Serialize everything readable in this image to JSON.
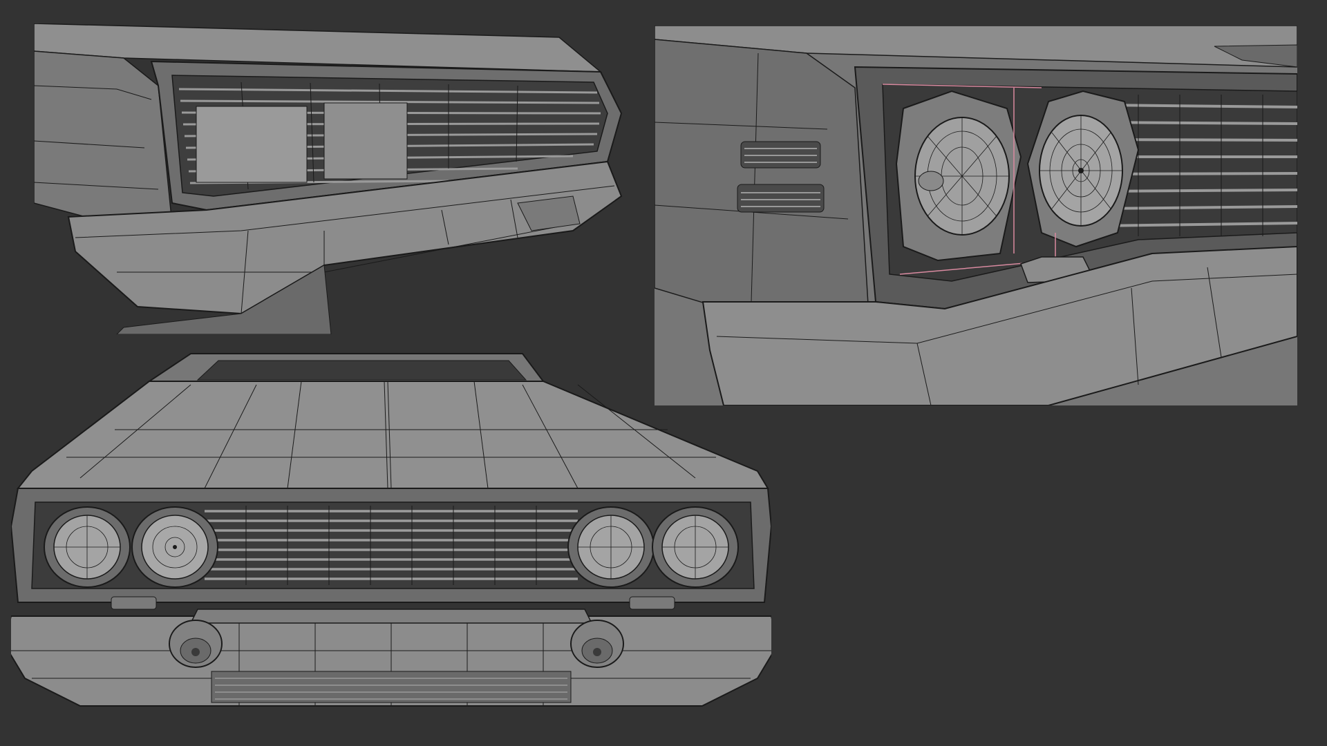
{
  "scene": {
    "background_color": "#333333",
    "model_base_color": "#8a8a8a",
    "model_dark_color": "#565656",
    "wire_color": "#1a1a1a",
    "selection_highlight_color": "#d98aa0"
  },
  "panels": [
    {
      "name": "front-three-quarter-view",
      "icon": "car-grille-render"
    },
    {
      "name": "headlight-closeup-view",
      "icon": "car-headlight-render"
    },
    {
      "name": "front-view",
      "icon": "car-front-render"
    }
  ]
}
